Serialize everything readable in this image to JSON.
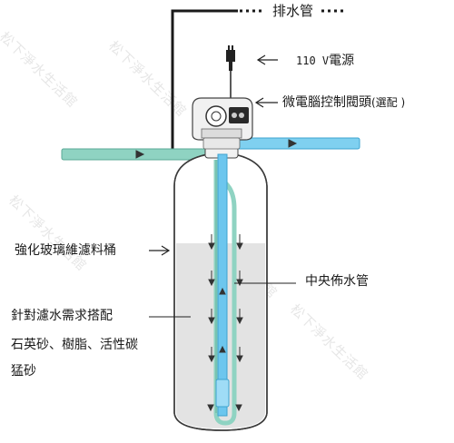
{
  "labels": {
    "drain": "排水管",
    "power_voltage": "110 V",
    "power_text": "電源",
    "controller": "微電腦控制閥頭",
    "controller_note": "(選配 )",
    "tank": "強化玻璃維濾料桶",
    "center_pipe": "中央佈水管",
    "media_line1": "針對濾水需求搭配",
    "media_line2": "石英砂、樹脂、活性碳",
    "media_line3": "猛砂"
  },
  "watermark": "松下淨水生活館",
  "colors": {
    "pipe_green": "#8fd3c2",
    "pipe_blue": "#6cc6ee",
    "tank_fill": "#e6e6e6",
    "outline": "#333333",
    "arrow": "#333333"
  }
}
